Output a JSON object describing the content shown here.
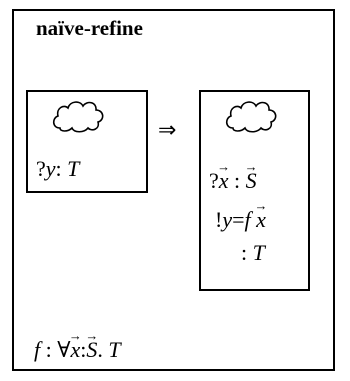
{
  "title": "naïve-refine",
  "left_box": {
    "icon": "cloud-icon",
    "line1_prefix": "?",
    "line1_var": "y",
    "line1_colon": ":",
    "line1_type": "T"
  },
  "arrow": "⇒",
  "right_box": {
    "icon": "cloud-icon",
    "line1_prefix": "?",
    "line1_var": "x",
    "line1_colon": ":",
    "line1_type": "S",
    "line2_prefix": "!",
    "line2_var": "y",
    "line2_eq": "=",
    "line2_fn": "f",
    "line2_arg": "x",
    "line3_colon": ":",
    "line3_type": "T"
  },
  "signature": {
    "fn": "f",
    "colon": ":",
    "forall": "∀",
    "var": "x",
    "colon2": ":",
    "type_s": "S",
    "dot": ".",
    "type_t": "T"
  }
}
